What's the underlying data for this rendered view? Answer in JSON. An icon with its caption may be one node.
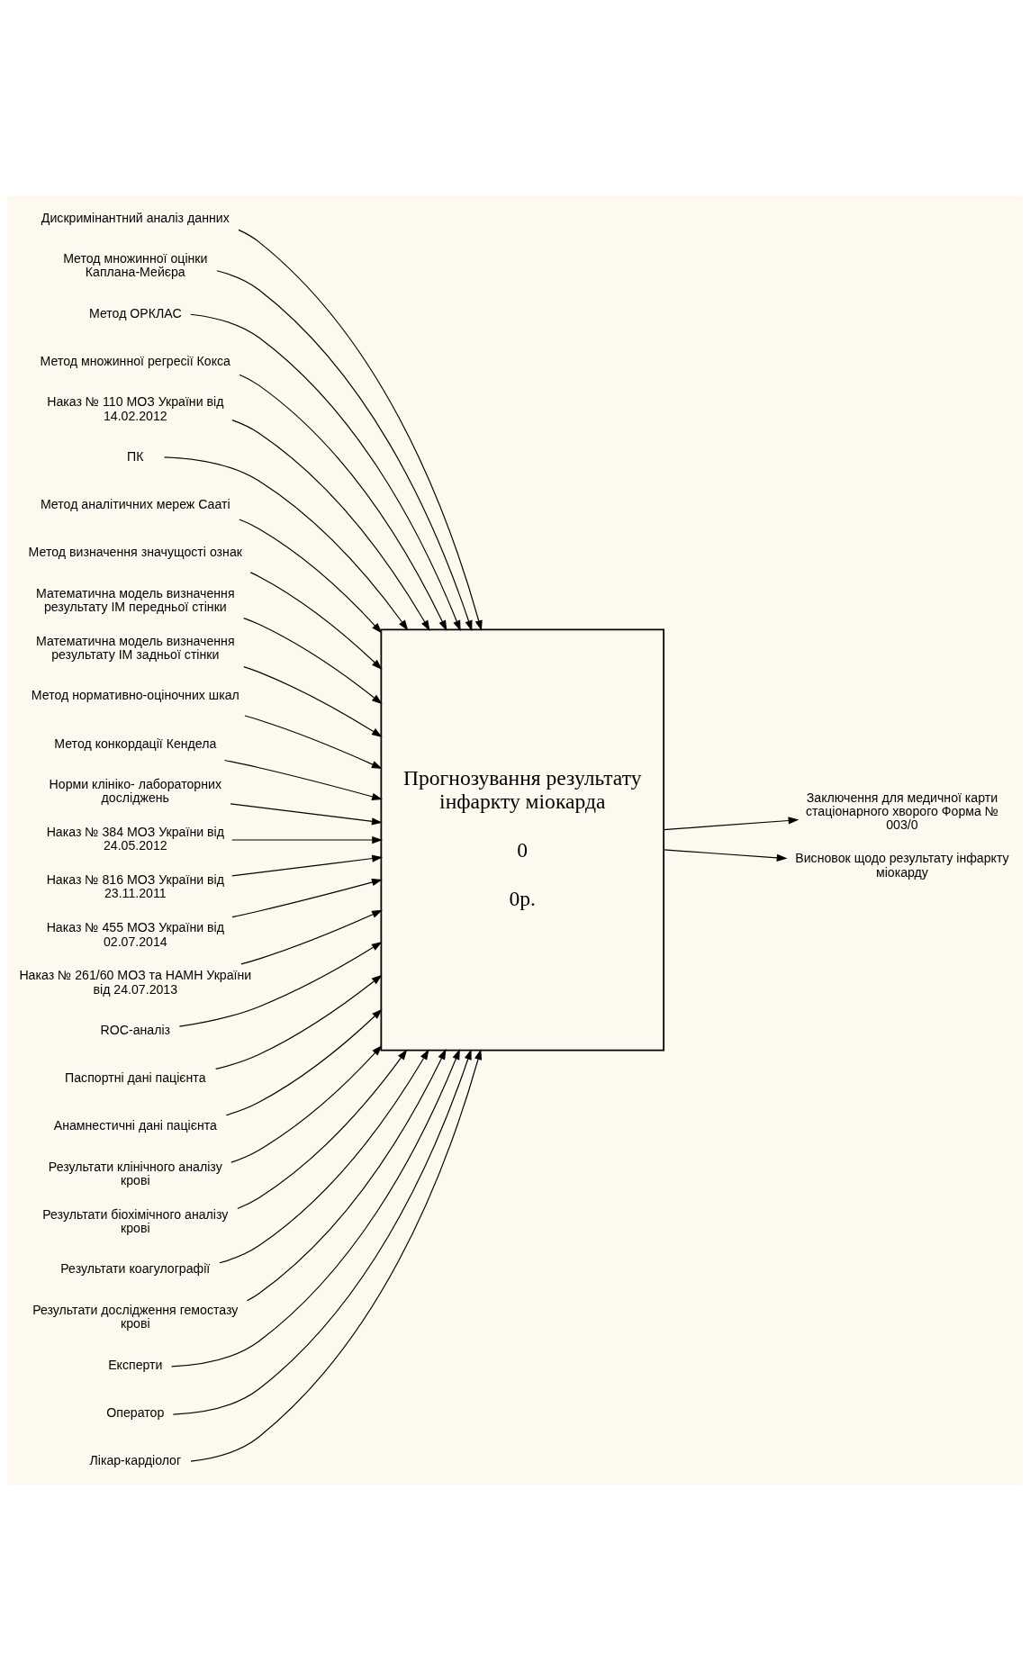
{
  "diagram": {
    "nodes": [
      {
        "text": [
          "Прогнозування результату інфаркту міокарда",
          "0",
          "0р."
        ]
      },
      {
        "text": [
          "Дискримінантний аналіз данних"
        ]
      },
      {
        "text": [
          "Метод множинної оцінки Каплана-Мейєра"
        ]
      },
      {
        "text": [
          "Метод ОРКЛАС"
        ]
      },
      {
        "text": [
          "Метод множинної регресії Кокса"
        ]
      },
      {
        "text": [
          "Наказ № 110 МОЗ України від 14.02.2012"
        ]
      },
      {
        "text": [
          "ПК"
        ]
      },
      {
        "text": [
          "Метод аналітичних мереж Сааті"
        ]
      },
      {
        "text": [
          "Метод визначення значущості ознак"
        ]
      },
      {
        "text": [
          "Математична модель визначення результату ІМ передньої стінки"
        ]
      },
      {
        "text": [
          "Математична модель визначення результату ІМ задньої стінки"
        ]
      },
      {
        "text": [
          "Метод нормативно-оціночних шкал"
        ]
      },
      {
        "text": [
          "Метод конкордації Кендела"
        ]
      },
      {
        "text": [
          "Норми клініко- лабораторних досліджень"
        ]
      },
      {
        "text": [
          "Наказ № 384 МОЗ України від 24.05.2012"
        ]
      },
      {
        "text": [
          "Наказ № 816 МОЗ України від 23.11.2011"
        ]
      },
      {
        "text": [
          "Наказ № 455 МОЗ України від 02.07.2014"
        ]
      },
      {
        "text": [
          "Наказ № 261/60 МОЗ та НАМН України від 24.07.2013"
        ]
      },
      {
        "text": [
          "ROC-аналіз"
        ]
      },
      {
        "text": [
          "Паспортні дані пацієнта"
        ]
      },
      {
        "text": [
          "Анамнестичні дані пацієнта"
        ]
      },
      {
        "text": [
          "Результати клінічного аналізу крові"
        ]
      },
      {
        "text": [
          "Результати біохімічного аналізу крові"
        ]
      },
      {
        "text": [
          "Результати коагулографії"
        ]
      },
      {
        "text": [
          "Результати дослідження гемостазу крові"
        ]
      },
      {
        "text": [
          "Заключення для медичної карти стаціонарного хворого Форма № 003/0"
        ]
      },
      {
        "text": [
          "Висновок щодо результату інфаркту міокарду"
        ]
      },
      {
        "text": [
          "Експерти"
        ]
      },
      {
        "text": [
          "Оператор"
        ]
      },
      {
        "text": [
          "Лікар-кардіолог"
        ]
      }
    ],
    "edges": [
      {
        "from": 1,
        "to": 0,
        "arrow": "to"
      },
      {
        "from": 2,
        "to": 0,
        "arrow": "to"
      },
      {
        "from": 3,
        "to": 0,
        "arrow": "to"
      },
      {
        "from": 4,
        "to": 0,
        "arrow": "to"
      },
      {
        "from": 5,
        "to": 0,
        "arrow": "to"
      },
      {
        "from": 6,
        "to": 0,
        "arrow": "to"
      },
      {
        "from": 7,
        "to": 0,
        "arrow": "to"
      },
      {
        "from": 8,
        "to": 0,
        "arrow": "to"
      },
      {
        "from": 9,
        "to": 0,
        "arrow": "to"
      },
      {
        "from": 10,
        "to": 0,
        "arrow": "to"
      },
      {
        "from": 11,
        "to": 0,
        "arrow": "to"
      },
      {
        "from": 12,
        "to": 0,
        "arrow": "to"
      },
      {
        "from": 13,
        "to": 0,
        "arrow": "to"
      },
      {
        "from": 14,
        "to": 0,
        "arrow": "to"
      },
      {
        "from": 15,
        "to": 0,
        "arrow": "to"
      },
      {
        "from": 16,
        "to": 0,
        "arrow": "to"
      },
      {
        "from": 17,
        "to": 0,
        "arrow": "to"
      },
      {
        "from": 18,
        "to": 0,
        "arrow": "to"
      },
      {
        "from": 19,
        "to": 0,
        "arrow": "to"
      },
      {
        "from": 20,
        "to": 0,
        "arrow": "to"
      },
      {
        "from": 21,
        "to": 0,
        "arrow": "to"
      },
      {
        "from": 22,
        "to": 0,
        "arrow": "to"
      },
      {
        "from": 23,
        "to": 0,
        "arrow": "to"
      },
      {
        "from": 24,
        "to": 0,
        "arrow": "to"
      },
      {
        "from": 0,
        "to": 25,
        "arrow": "to"
      },
      {
        "from": 0,
        "to": 26,
        "arrow": "to"
      },
      {
        "from": 27,
        "to": 0,
        "arrow": "to"
      },
      {
        "from": 28,
        "to": 0,
        "arrow": "to"
      },
      {
        "from": 29,
        "to": 0,
        "arrow": "to"
      }
    ]
  }
}
